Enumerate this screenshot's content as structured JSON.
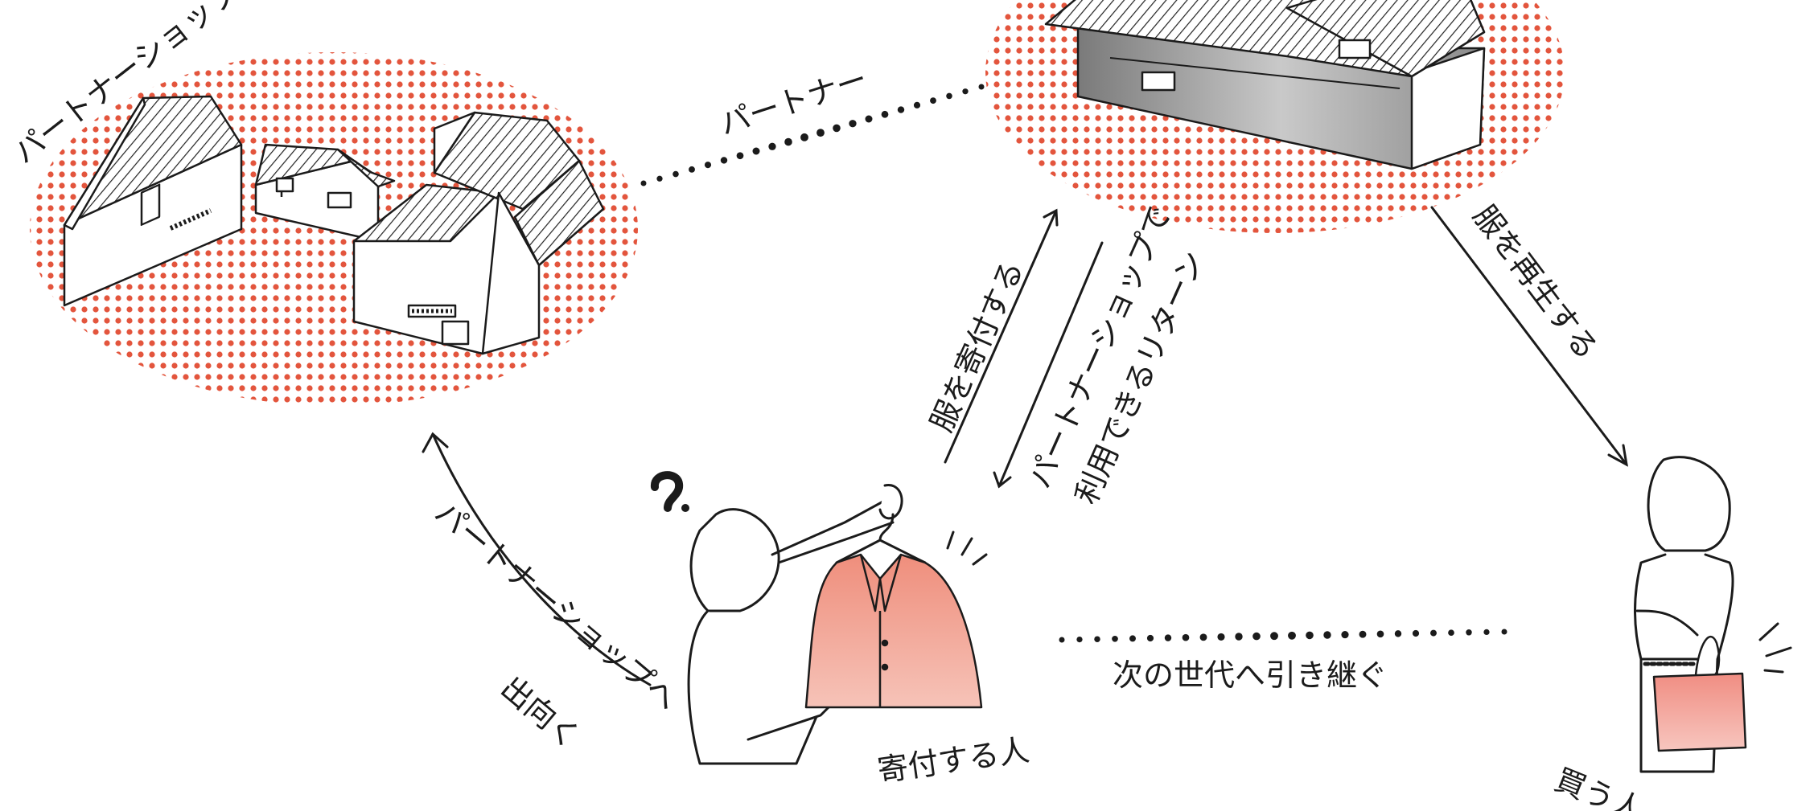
{
  "colors": {
    "dot_red": "#e3553d",
    "jacket": "#ef8e7c",
    "bag": "#f08d82",
    "ink": "#1b1b1b"
  },
  "nodes": {
    "partner_shop": {
      "label": "パートナーショップ"
    },
    "donor": {
      "label": "寄付する人"
    },
    "buyer": {
      "label": "買う人"
    },
    "hub": {
      "label": ""
    }
  },
  "edges": {
    "partner_link": "パートナー",
    "donate": "服を寄付する",
    "return_line1": "パートナーショップで",
    "return_line2": "利用できるリターン",
    "regenerate": "服を再生する",
    "visit_line1": "パートナーショップへ",
    "visit_line2": "出向く",
    "pass_on": "次の世代へ引き継ぐ"
  },
  "icons": [
    "question-mark-icon",
    "hanger-icon",
    "tote-bag-icon"
  ]
}
